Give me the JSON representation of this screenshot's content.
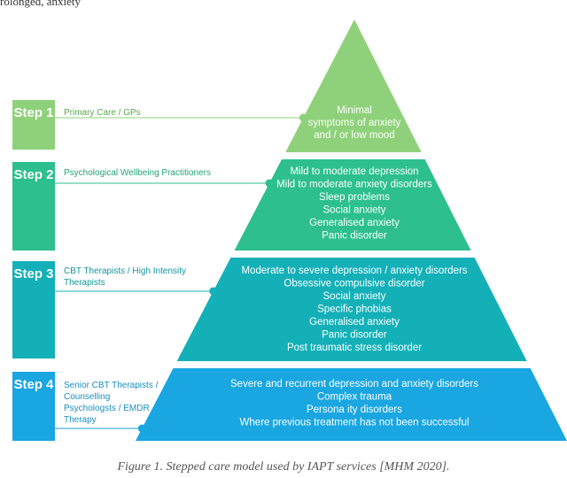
{
  "top_fragment": "rolonged, anxiety",
  "caption": "Figure 1. Stepped care model used by IAPT services [MHM 2020].",
  "steps": [
    {
      "label": "Step 1",
      "desc": [
        "Primary Care / GPs"
      ],
      "color": "#8fd17a",
      "text_color": "#5aa94a",
      "tier_lines": [
        "Minimal",
        "symptoms of anxiety",
        "and / or low mood"
      ]
    },
    {
      "label": "Step 2",
      "desc": [
        "Psychological Wellbeing Practitioners"
      ],
      "color": "#2dbf8e",
      "text_color": "#25a37a",
      "tier_lines": [
        "Mild to moderate depression",
        "Mild to moderate anxiety disorders",
        "Sleep problems",
        "Social anxiety",
        "Generalised anxiety",
        "Panic disorder"
      ]
    },
    {
      "label": "Step 3",
      "desc": [
        "CBT Therapists / High Intensity",
        "Therapists"
      ],
      "color": "#14b0b8",
      "text_color": "#11969c",
      "tier_lines": [
        "Moderate to severe depression / anxiety disorders",
        "Obsessive compulsive disorder",
        "Social anxiety",
        "Specific phobias",
        "Generalised anxiety",
        "Panic disorder",
        "Post traumatic stress disorder"
      ]
    },
    {
      "label": "Step 4",
      "desc": [
        "Senior CBT Therapists /",
        "Counselling",
        "Psychologsts / EMDR",
        "Therapy"
      ],
      "color": "#1aa6e0",
      "text_color": "#1b8fc2",
      "tier_lines": [
        "Severe and recurrent depression and anxiety disorders",
        "Complex trauma",
        "Persona ity disorders",
        "Where previous treatment has not been successful"
      ]
    }
  ]
}
